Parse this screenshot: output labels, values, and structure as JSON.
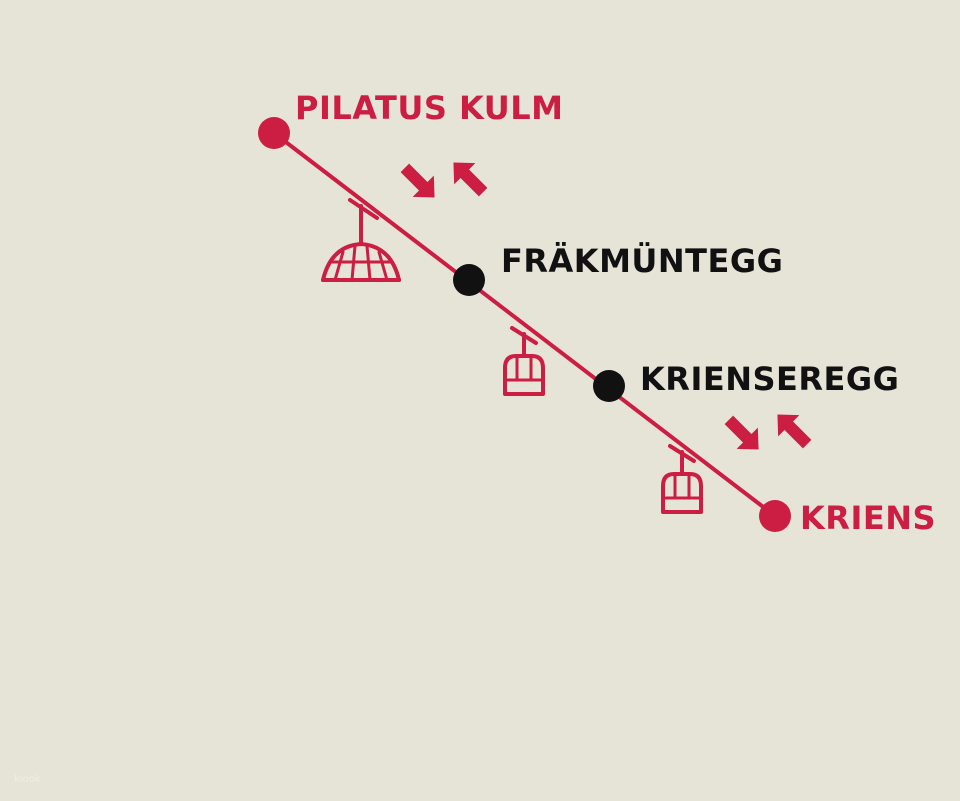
{
  "colors": {
    "background": "#e6e3d7",
    "line": "#cc1d42",
    "terminal_station": "#cc1d42",
    "intermediate_station": "#111111",
    "terminal_label": "#cc1d42",
    "intermediate_label": "#111111",
    "icon": "#cc1d42"
  },
  "stations": [
    {
      "name": "PILATUS KULM",
      "type": "terminal"
    },
    {
      "name": "FRÄKMÜNTEGG",
      "type": "intermediate"
    },
    {
      "name": "KRIENSEREGG",
      "type": "intermediate"
    },
    {
      "name": "KRIENS",
      "type": "terminal"
    }
  ],
  "icons": [
    {
      "name": "aerial-cable-car-icon",
      "between": [
        "PILATUS KULM",
        "FRÄKMÜNTEGG"
      ]
    },
    {
      "name": "gondola-icon",
      "between": [
        "FRÄKMÜNTEGG",
        "KRIENSEREGG"
      ]
    },
    {
      "name": "gondola-icon",
      "between": [
        "KRIENSEREGG",
        "KRIENS"
      ]
    },
    {
      "name": "bidirectional-arrows-icon",
      "at": "PILATUS KULM"
    },
    {
      "name": "bidirectional-arrows-icon",
      "at": "KRIENS"
    }
  ],
  "watermark": "klook"
}
